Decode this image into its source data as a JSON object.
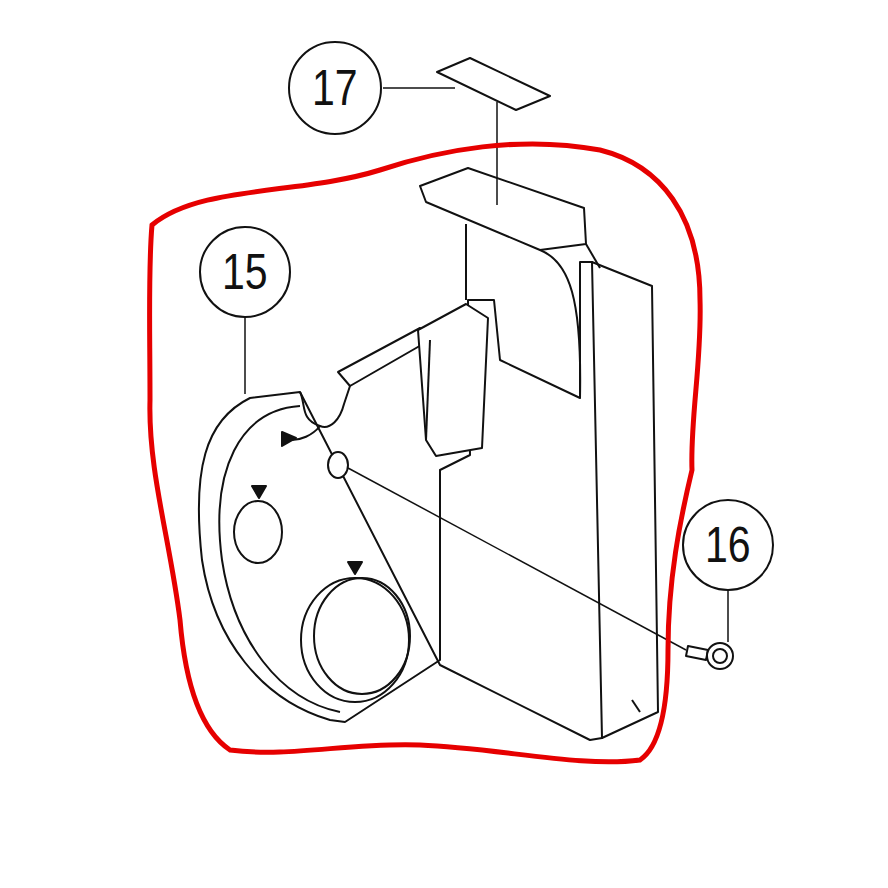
{
  "diagram": {
    "nodes": [
      {
        "text": [
          "17"
        ]
      },
      {
        "text": [
          "15"
        ]
      },
      {
        "text": [
          "16"
        ]
      }
    ]
  }
}
